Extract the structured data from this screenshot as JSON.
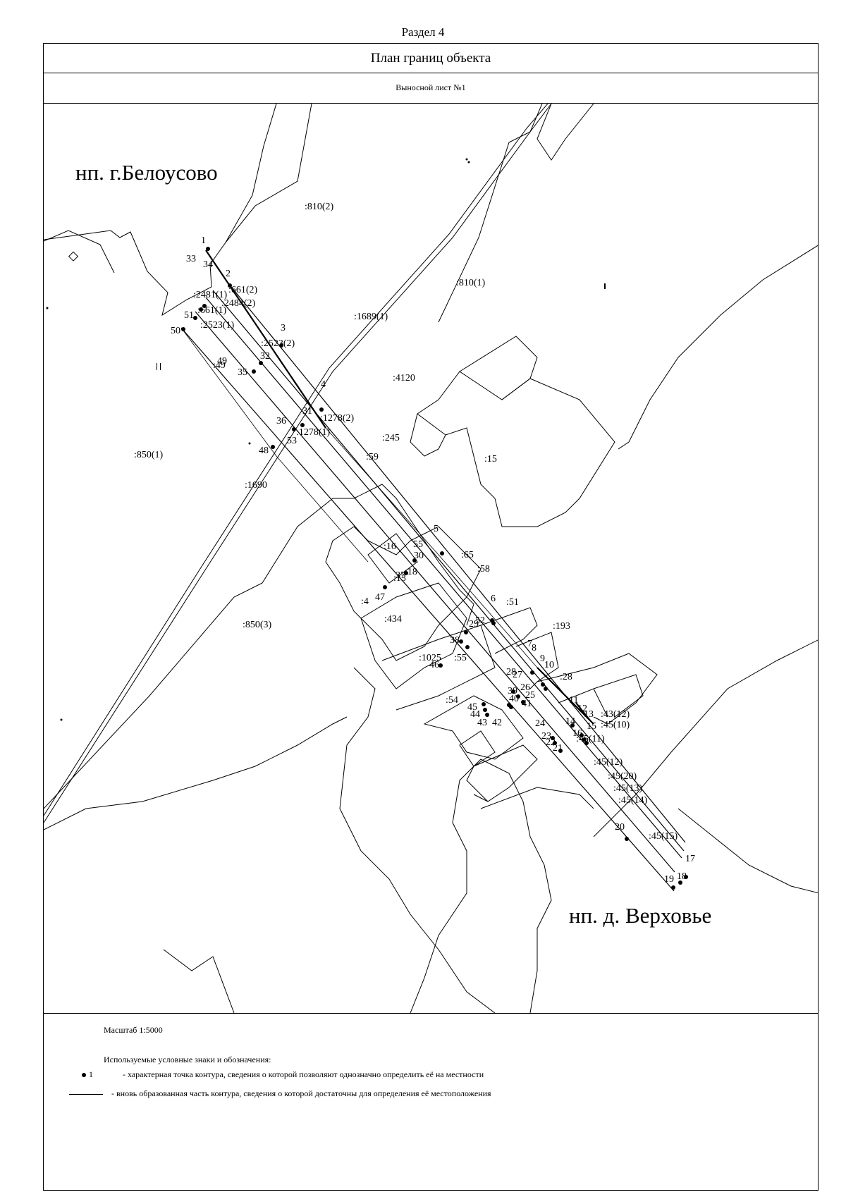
{
  "section": "Раздел 4",
  "title": "План границ объекта",
  "sheet": "Выносной лист №1",
  "map": {
    "settlements": [
      "нп. г.Белоусово",
      "нп. д. Верховье"
    ],
    "parcels": [
      ":810(2)",
      ":810(1)",
      ":1689(1)",
      ":661(2)",
      ":2484(2)",
      ":2481(1)",
      ":661(1)",
      ":2523(1)",
      ":2523(2)",
      ":49",
      ":4120",
      ":1278(2)",
      ":1278(1)",
      ":245",
      ":59",
      ":15",
      ":850(1)",
      ":1690",
      ":65",
      ":16",
      ":13",
      ":18",
      ":58",
      ":51",
      ":4",
      ":434",
      ":850(3)",
      ":193",
      ":1025",
      ":55",
      ":28",
      ":54",
      ":43(12)",
      ":45(10)",
      ":45(11)",
      ":45(12)",
      ":45(20)",
      ":45(13)",
      ":45(14)",
      ":45(15)"
    ],
    "points": [
      "1",
      "2",
      "3",
      "4",
      "5",
      "6",
      "7",
      "8",
      "9",
      "10",
      "11",
      "12",
      "13",
      "14",
      "15",
      "16",
      "17",
      "18",
      "19",
      "20",
      "21",
      "22",
      "23",
      "24",
      "25",
      "26",
      "27",
      "28",
      "29",
      "30",
      "31",
      "32",
      "33",
      "34",
      "35",
      "36",
      "37",
      "38",
      "39",
      "40",
      "41",
      "42",
      "43",
      "44",
      "45",
      "46",
      "47",
      "48",
      "49",
      "50",
      "51",
      "52",
      "53",
      "55"
    ]
  },
  "legend": {
    "scale": "Масштаб 1:5000",
    "title": "Используемые условные знаки и обозначения:",
    "point_sample": "1",
    "point_desc": "- характерная точка контура, сведения о которой позволяют однозначно определить её на местности",
    "line_desc": "- вновь образованная часть контура, сведения о которой достаточны для определения её местоположения"
  }
}
